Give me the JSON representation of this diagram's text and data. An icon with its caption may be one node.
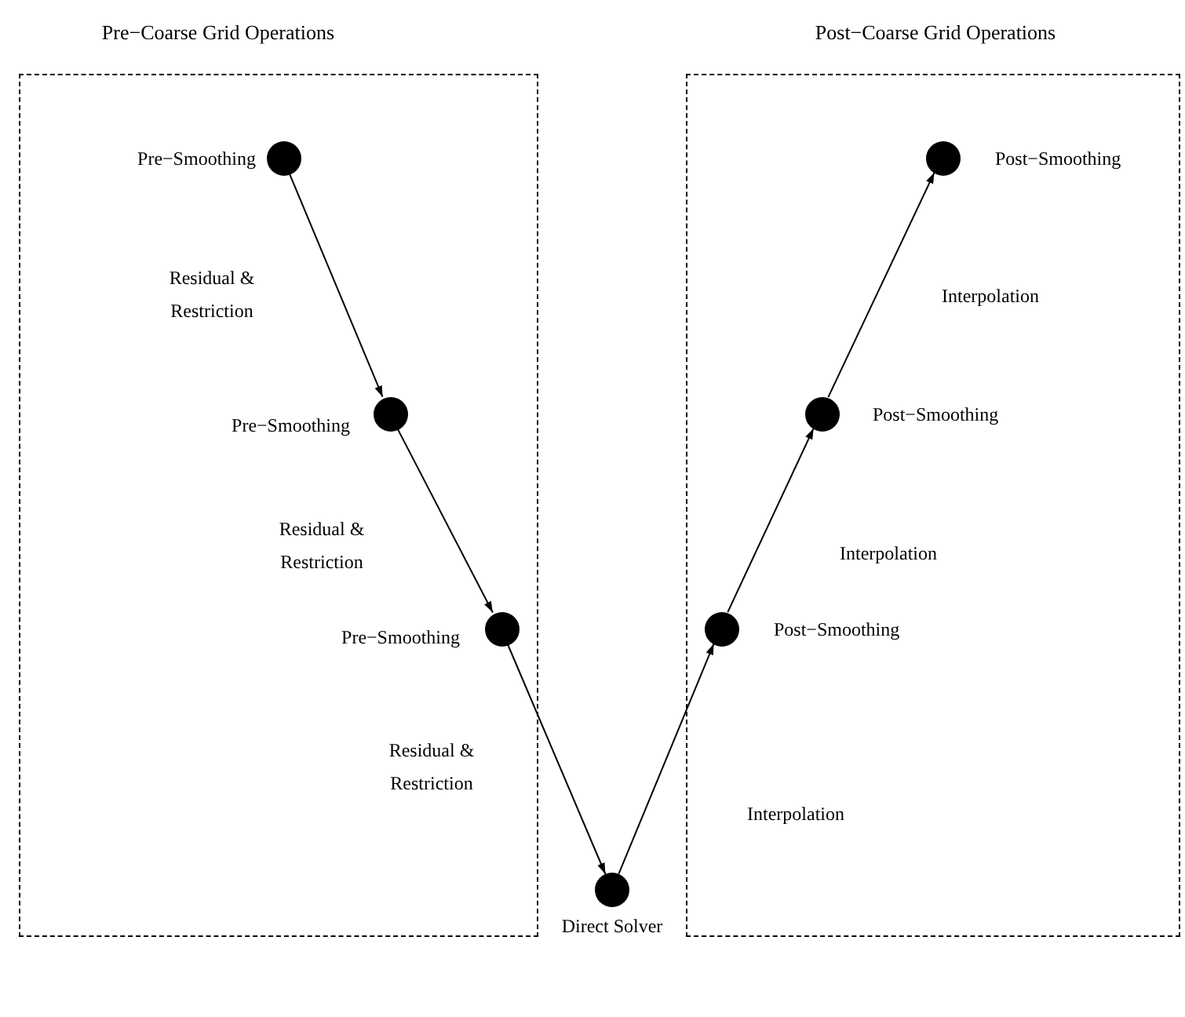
{
  "diagram": {
    "nodes": [
      {
        "text": [
          "Pre−Coarse Grid Operations"
        ]
      },
      {
        "text": [],
        "shape": "circle",
        "in": 0,
        "beside": [
          "Pre−Smoothing"
        ]
      },
      {
        "text": [],
        "shape": "circle",
        "in": 0,
        "beside": [
          "Pre−Smoothing"
        ]
      },
      {
        "text": [],
        "shape": "circle",
        "in": 0,
        "beside": [
          "Pre−Smoothing"
        ]
      },
      {
        "text": [],
        "shape": "circle",
        "beside": [
          "Direct Solver"
        ]
      },
      {
        "text": [
          "Post−Coarse Grid Operations"
        ]
      },
      {
        "text": [],
        "shape": "circle",
        "in": 5,
        "beside": [
          "Post−Smoothing"
        ]
      },
      {
        "text": [],
        "shape": "circle",
        "in": 5,
        "beside": [
          "Post−Smoothing"
        ]
      },
      {
        "text": [],
        "shape": "circle",
        "in": 5,
        "beside": [
          "Post−Smoothing"
        ]
      }
    ],
    "edges": [
      {
        "from": 1,
        "to": 2,
        "arrow": "to",
        "label": "Residual & Restriction"
      },
      {
        "from": 2,
        "to": 3,
        "arrow": "to",
        "label": "Residual & Restriction"
      },
      {
        "from": 3,
        "to": 4,
        "arrow": "to",
        "label": "Residual & Restriction"
      },
      {
        "from": 4,
        "to": 6,
        "arrow": "to",
        "label": "Interpolation"
      },
      {
        "from": 6,
        "to": 7,
        "arrow": "to",
        "label": "Interpolation"
      },
      {
        "from": 7,
        "to": 8,
        "arrow": "to",
        "label": "Interpolation"
      }
    ]
  }
}
